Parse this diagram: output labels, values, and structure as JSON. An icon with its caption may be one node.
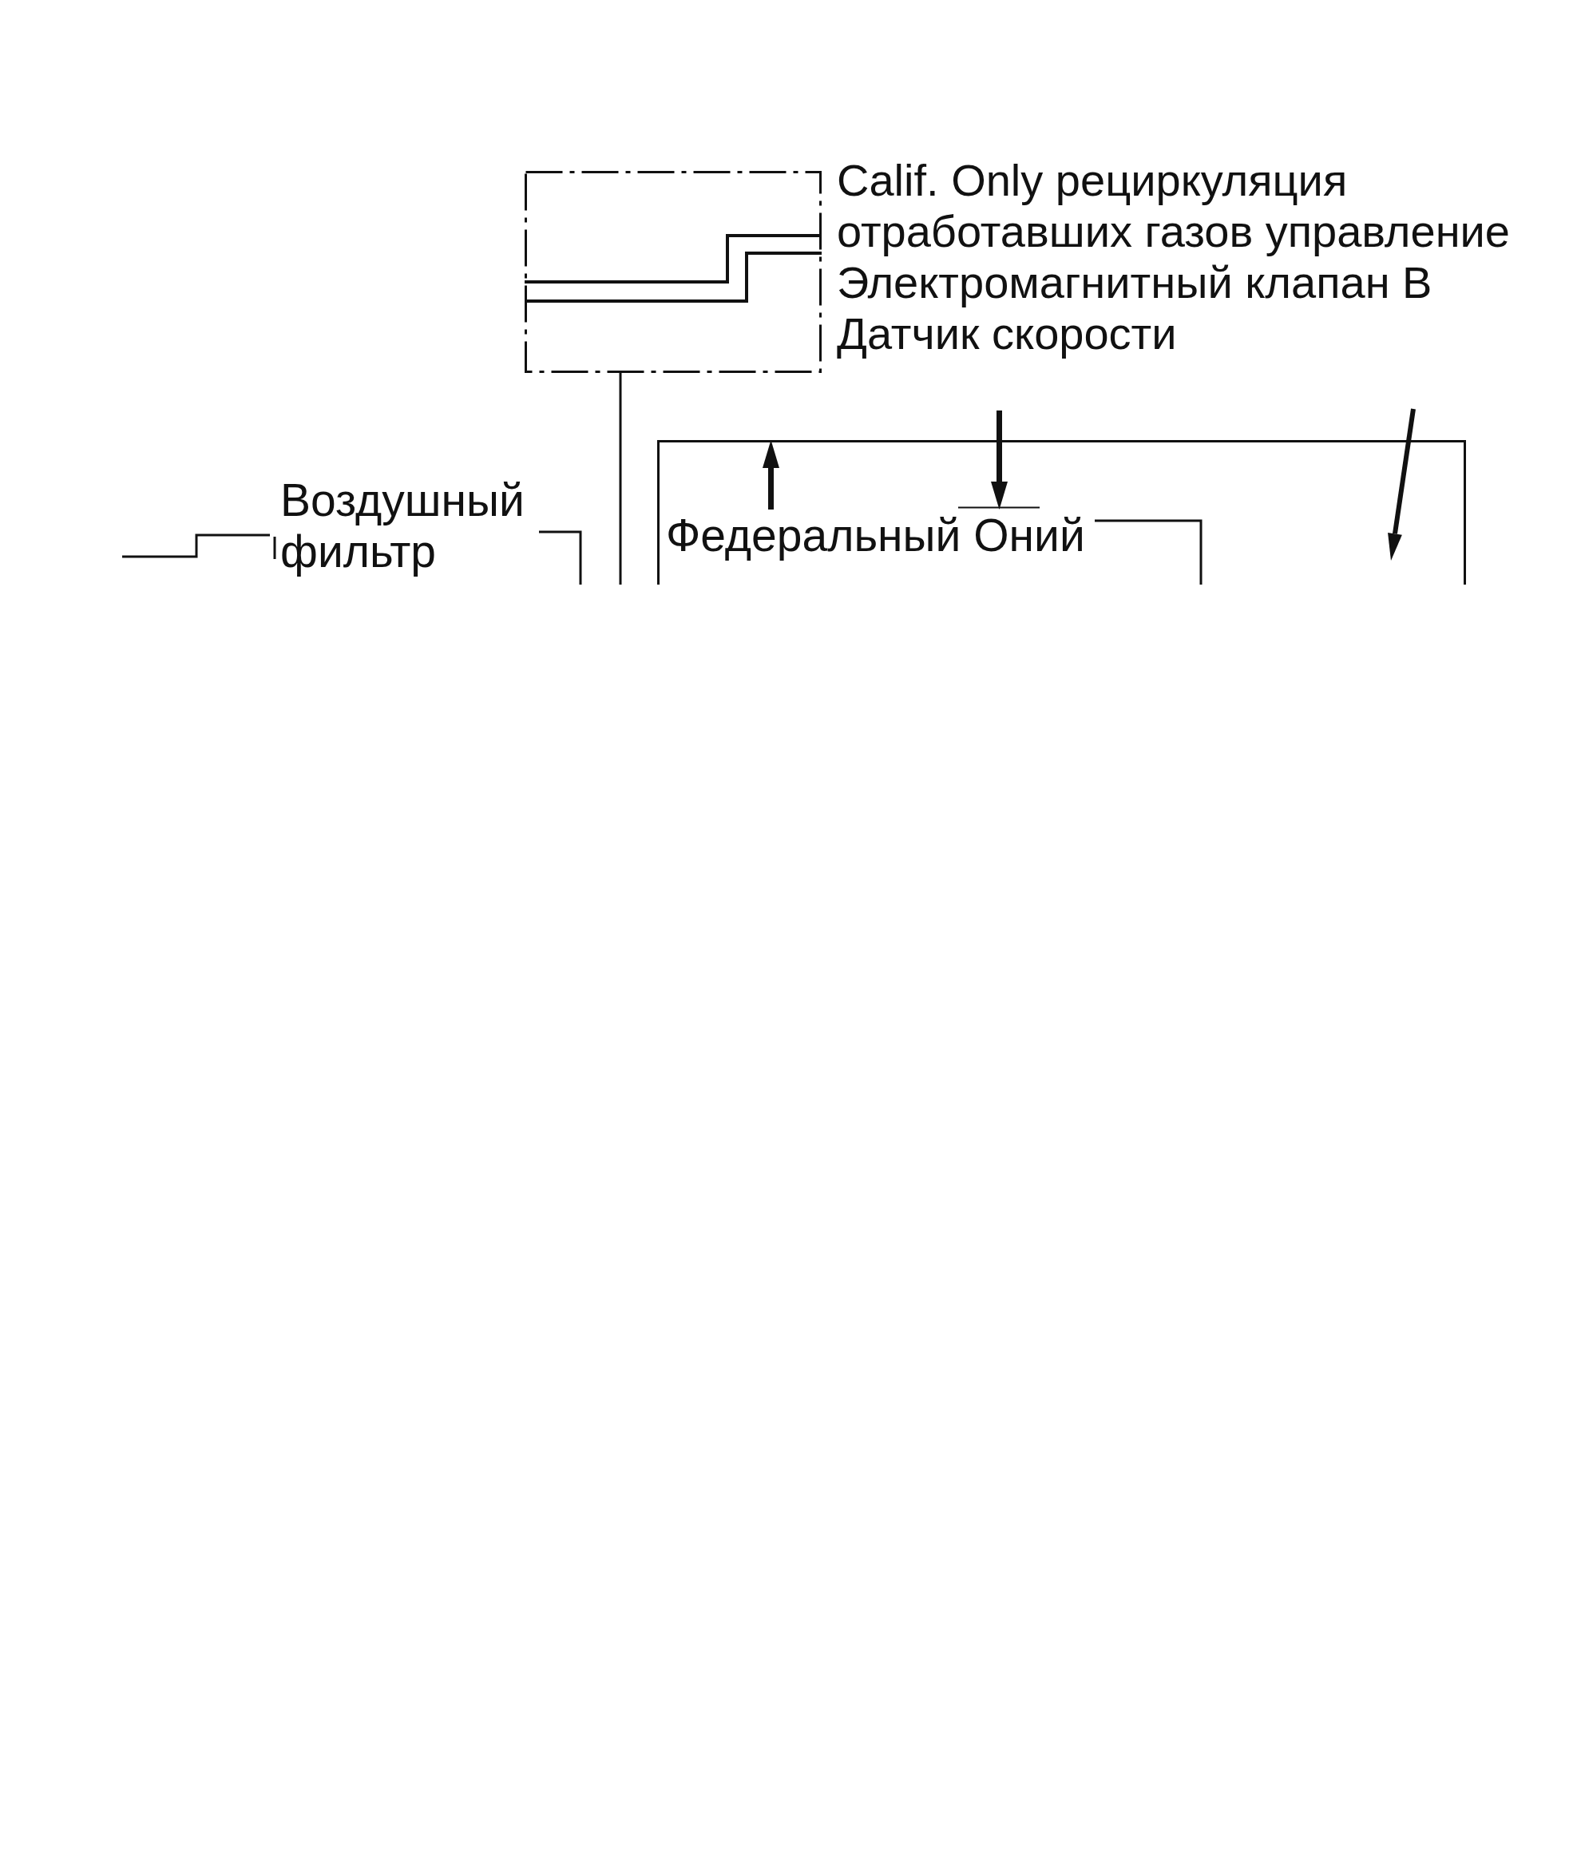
{
  "diagram": {
    "nodes": [
      {
        "text": [],
        "shape": "box",
        "beside": [
          "Calif. Only рециркуляция отработавших газов управление Электромагнитный клапан B Датчик скорости"
        ]
      },
      {
        "text": [
          "Воздушный фильтр"
        ]
      },
      {
        "text": [],
        "shape": "box"
      },
      {
        "text": [
          "Федеральный Оний"
        ],
        "in": 2
      }
    ],
    "edges": [
      {
        "from": 0,
        "to": null,
        "arrow": "none"
      },
      {
        "from": 3,
        "to": 2,
        "arrow": "to"
      },
      {
        "from": null,
        "to": 3,
        "arrow": "to"
      }
    ]
  }
}
